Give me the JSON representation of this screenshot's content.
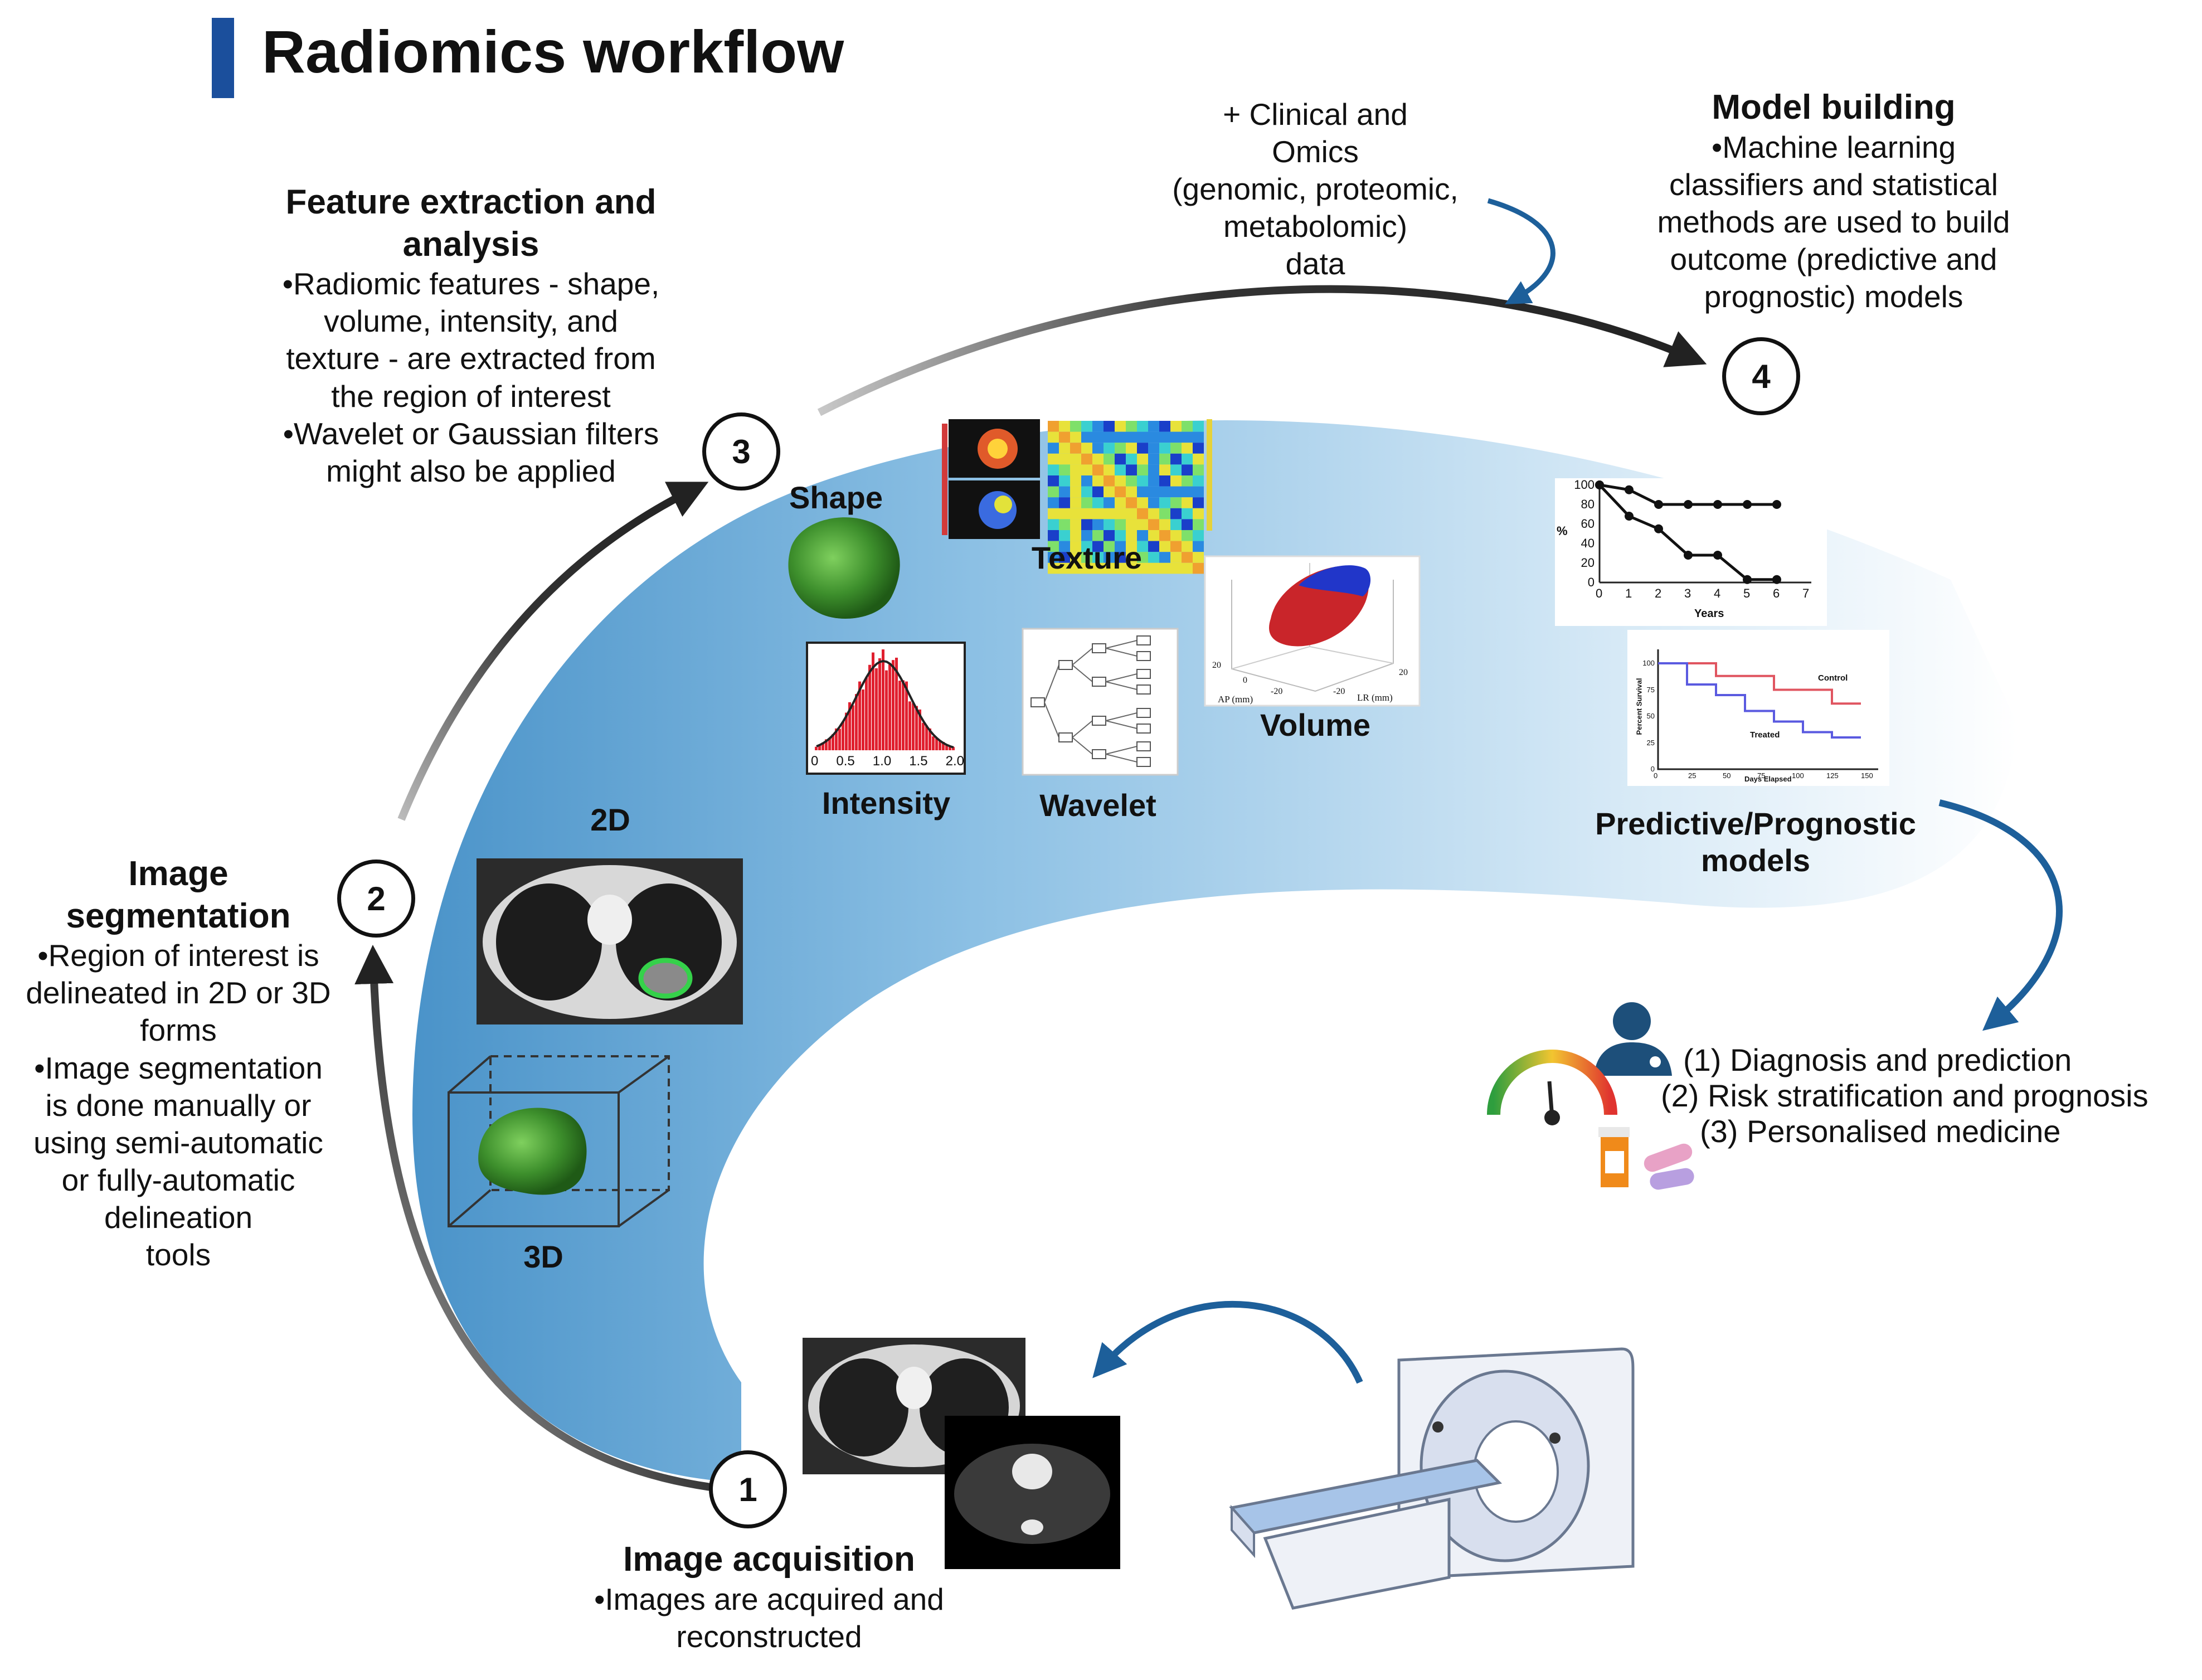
{
  "title": "Radiomics workflow",
  "colors": {
    "accent": "#1b4f9c",
    "flow_blue": "#1d5f9a",
    "band_dark": "#5ea6d6",
    "band_light": "#ffffff",
    "arrow_grey": "#333333",
    "tumor_green": "#3c8a2a",
    "histogram_red": "#e0202f",
    "survival_red": "#e05560",
    "survival_blue": "#5a5ae0"
  },
  "steps": [
    {
      "number": "1",
      "heading": "Image acquisition",
      "bullets": [
        "•Images are acquired and",
        "reconstructed"
      ]
    },
    {
      "number": "2",
      "heading_lines": [
        "Image",
        "segmentation"
      ],
      "bullets": [
        "•Region of interest is",
        "delineated in 2D or 3D",
        "forms",
        "•Image segmentation",
        "is done manually or",
        "using semi-automatic",
        "or fully-automatic",
        "delineation",
        "tools"
      ]
    },
    {
      "number": "3",
      "heading_lines": [
        "Feature extraction and",
        "analysis"
      ],
      "bullets": [
        "•Radiomic features - shape,",
        "volume, intensity, and",
        "texture - are extracted from",
        "the region of interest",
        "•Wavelet or Gaussian filters",
        "might also be applied"
      ]
    },
    {
      "number": "4",
      "heading": "Model building",
      "bullets": [
        "•Machine learning",
        "classifiers and statistical",
        "methods are used to build",
        "outcome (predictive and",
        "prognostic) models"
      ]
    }
  ],
  "omics_note": [
    "+ Clinical and",
    "Omics",
    "(genomic, proteomic,",
    "metabolomic)",
    "data"
  ],
  "segmentation_labels": {
    "two_d": "2D",
    "three_d": "3D"
  },
  "feature_labels": {
    "shape": "Shape",
    "texture": "Texture",
    "volume": "Volume",
    "intensity": "Intensity",
    "wavelet": "Wavelet"
  },
  "histogram_ticks": [
    "0",
    "0.5",
    "1.0",
    "1.5",
    "2.0"
  ],
  "volume_axes": {
    "ap": "AP (mm)",
    "lr": "LR (mm)",
    "ticks": [
      "20",
      "0",
      "-20",
      "-20",
      "20"
    ]
  },
  "models_label": [
    "Predictive/Prognostic",
    "models"
  ],
  "survival_plot": {
    "x_label": "Years",
    "y_label": "%",
    "x_ticks": [
      "0",
      "1",
      "2",
      "3",
      "4",
      "5",
      "6",
      "7"
    ],
    "y_ticks": [
      "100",
      "80",
      "60",
      "40",
      "20",
      "0"
    ],
    "series_upper": [
      100,
      95,
      80,
      80,
      80,
      80,
      80
    ],
    "series_lower": [
      100,
      68,
      55,
      28,
      28,
      3,
      3
    ]
  },
  "km_plot": {
    "x_label": "Days Elapsed",
    "y_label": "Percent Survival",
    "control_label": "Control",
    "treated_label": "Treated",
    "x_ticks": [
      "0",
      "25",
      "50",
      "75",
      "100",
      "125",
      "150"
    ],
    "y_ticks": [
      "100",
      "75",
      "50",
      "25",
      "0"
    ],
    "control": [
      100,
      100,
      88,
      88,
      75,
      75,
      62,
      62
    ],
    "treated": [
      100,
      80,
      70,
      55,
      45,
      35,
      30,
      30
    ]
  },
  "outcomes": [
    "(1) Diagnosis and prediction",
    "(2) Risk stratification and prognosis",
    "(3) Personalised medicine"
  ],
  "icons": [
    "doctor-icon",
    "gauge-icon",
    "medicine-bottle-icon",
    "pill-icon",
    "ct-scanner-icon",
    "ct-slice-icon",
    "tumor-3d-icon",
    "texture-matrix-icon",
    "wavelet-tree-icon"
  ]
}
